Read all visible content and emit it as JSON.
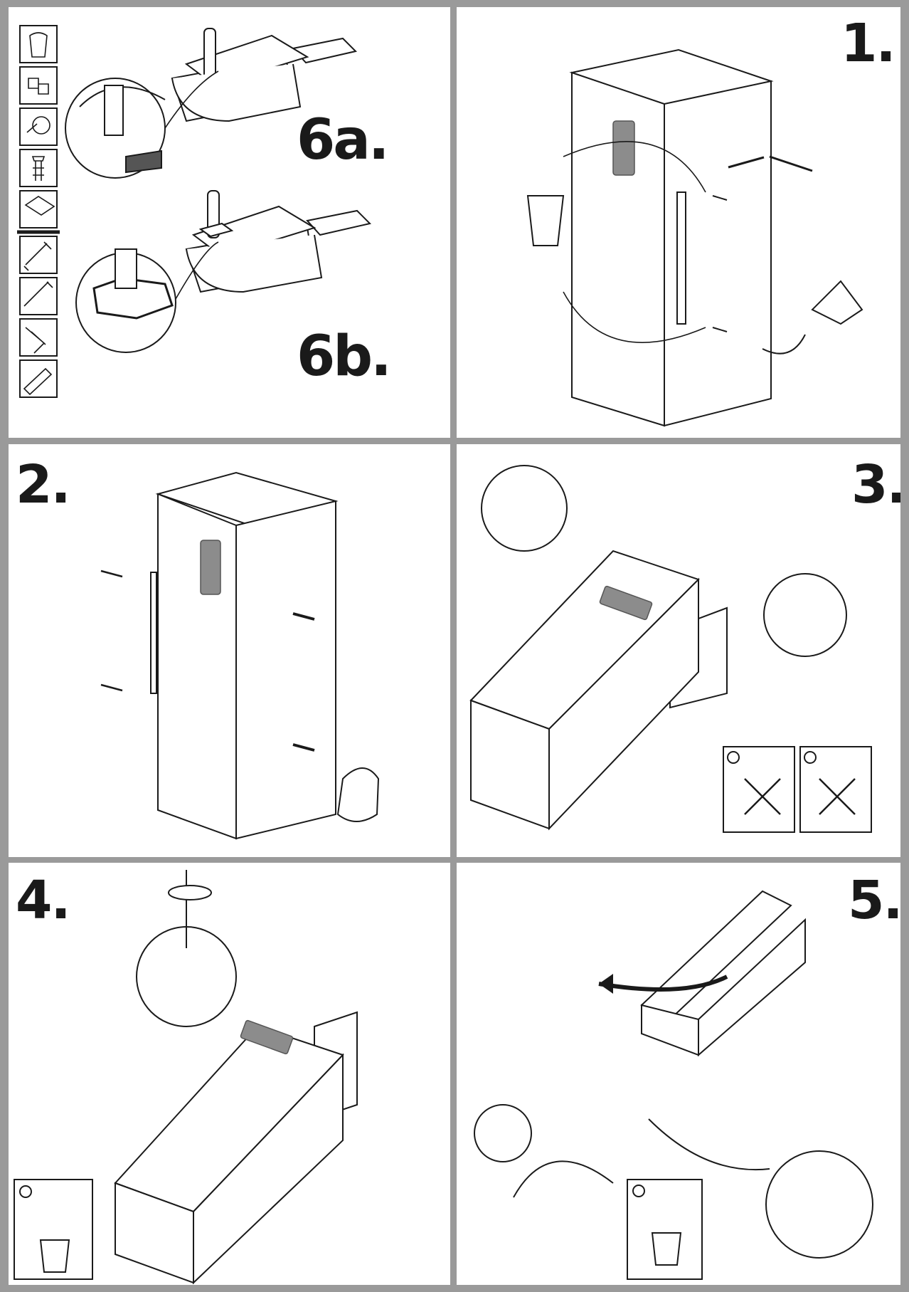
{
  "steps": {
    "s1": "1.",
    "s2": "2.",
    "s3": "3.",
    "s4": "4.",
    "s5": "5.",
    "s6a": "6a.",
    "s6b": "6b."
  },
  "tool_icons": [
    "bag-icon",
    "spacer-parts-icon",
    "screw-cap-icon",
    "plastic-plug-icon",
    "cover-plate-icon",
    "screwdriver-icon",
    "flat-screwdriver-icon",
    "allen-key-icon",
    "putty-knife-icon"
  ],
  "info_badges": [
    "info-icon",
    "info-icon",
    "info-icon",
    "info-icon"
  ],
  "colors": {
    "frame": "#9a9a9a",
    "line": "#1a1a1a",
    "display": "#8c8c8c"
  }
}
